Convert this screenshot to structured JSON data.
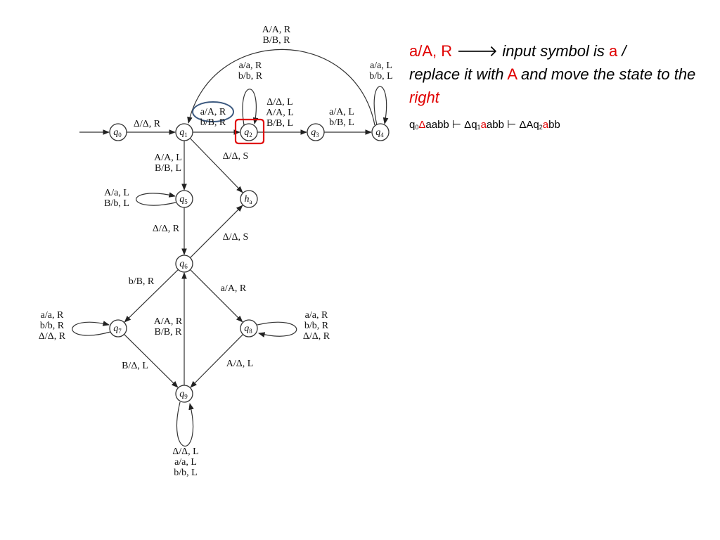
{
  "states": [
    {
      "id": "q0",
      "base": "q",
      "sub": "0"
    },
    {
      "id": "q1",
      "base": "q",
      "sub": "1"
    },
    {
      "id": "q2",
      "base": "q",
      "sub": "2"
    },
    {
      "id": "q3",
      "base": "q",
      "sub": "3"
    },
    {
      "id": "q4",
      "base": "q",
      "sub": "4"
    },
    {
      "id": "q5",
      "base": "q",
      "sub": "5"
    },
    {
      "id": "ha",
      "base": "h",
      "sub": "a"
    },
    {
      "id": "q6",
      "base": "q",
      "sub": "6"
    },
    {
      "id": "q7",
      "base": "q",
      "sub": "7"
    },
    {
      "id": "q8",
      "base": "q",
      "sub": "8"
    },
    {
      "id": "q9",
      "base": "q",
      "sub": "9"
    }
  ],
  "labels": {
    "q4_to_q1": [
      "A/A, R",
      "B/B, R"
    ],
    "q1_self": [
      "a/a, R",
      "b/b, R"
    ],
    "q4_self": [
      "a/a, L",
      "b/b, L"
    ],
    "q0_to_q1": [
      "Δ/Δ, R"
    ],
    "q1_to_q2": [
      "a/A, R",
      "b/B, R"
    ],
    "q2_self": [
      "Δ/Δ, L",
      "A/A, L",
      "B/B, L"
    ],
    "q3_to_q4": [
      "a/A, L",
      "b/B, L"
    ],
    "q1_to_q5": [
      "A/A, L",
      "B/B, L"
    ],
    "q1_to_ha": [
      "Δ/Δ, S"
    ],
    "q5_self": [
      "A/a, L",
      "B/b, L"
    ],
    "q5_to_q6": [
      "Δ/Δ, R"
    ],
    "q6_to_ha": [
      "Δ/Δ, S"
    ],
    "q6_to_q7": [
      "b/B, R"
    ],
    "q6_to_q8": [
      "a/A, R"
    ],
    "q7_self": [
      "a/a, R",
      "b/b, R",
      "Δ/Δ, R"
    ],
    "q9_to_q6": [
      "A/A, R",
      "B/B, R"
    ],
    "q8_self": [
      "a/a, R",
      "b/b, R",
      "Δ/Δ, R"
    ],
    "q7_to_q9": [
      "B/Δ, L"
    ],
    "q8_to_q9": [
      "A/Δ, L"
    ],
    "q9_self": [
      "Δ/Δ, L",
      "a/a, L",
      "b/b, L"
    ]
  },
  "highlight_colors": {
    "oval": "#3d5a80",
    "box": "#e00000"
  },
  "callout": {
    "rule": "a/A, R",
    "arrow": "🡒",
    "t1": "input symbol is",
    "sym": "a",
    "t2": "/",
    "t3": "replace it with",
    "rep": "A",
    "t4": "and move the state to the",
    "dir": "right"
  },
  "trace": {
    "s1_q": "q",
    "s1_sub": "0",
    "s1_hl": "Δ",
    "s1_rest": "aabb",
    "turn1": " ⊢ ",
    "s2_pre": "Δq",
    "s2_sub": "1",
    "s2_hl": "a",
    "s2_rest": "abb",
    "turn2": " ⊢ ",
    "s3_pre": "ΔAq",
    "s3_sub": "2",
    "s3_hl": "a",
    "s3_rest": "bb"
  }
}
